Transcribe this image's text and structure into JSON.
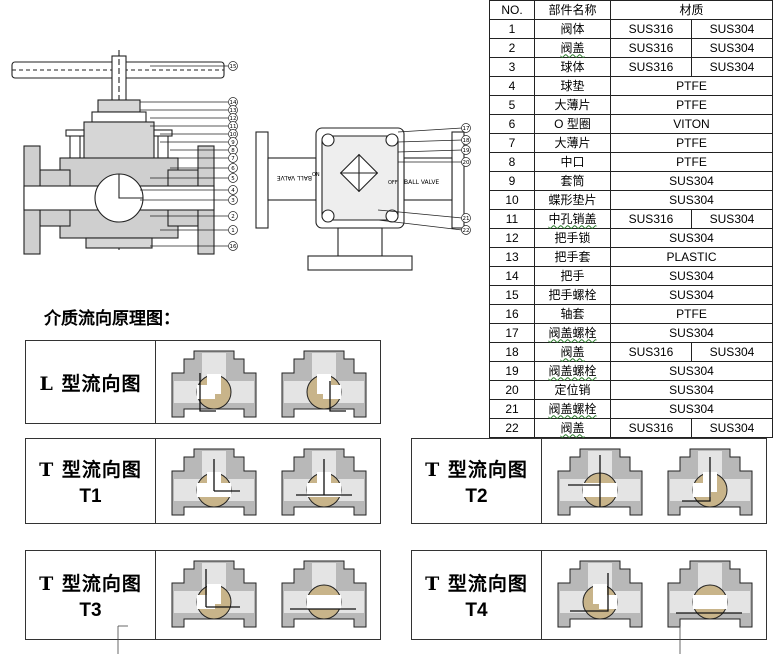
{
  "section_heading": "介质流向原理图：",
  "drawing_text": {
    "ball_valve": "BALL VALVE",
    "on": "ON",
    "off": "OFF"
  },
  "drawing_callouts": {
    "left": [
      "15",
      "14",
      "13",
      "12",
      "11",
      "10",
      "9",
      "8",
      "7",
      "6",
      "5",
      "4",
      "3",
      "2",
      "1",
      "16"
    ],
    "right": [
      "17",
      "18",
      "19",
      "20",
      "21",
      "22"
    ]
  },
  "table": {
    "header": [
      "NO.",
      "部件名称",
      "材质"
    ],
    "rows": [
      {
        "no": "1",
        "name": "阀体",
        "materials": [
          "SUS316",
          "SUS304"
        ]
      },
      {
        "no": "2",
        "name": "阀盖",
        "materials": [
          "SUS316",
          "SUS304"
        ],
        "underline": true
      },
      {
        "no": "3",
        "name": "球体",
        "materials": [
          "SUS316",
          "SUS304"
        ]
      },
      {
        "no": "4",
        "name": "球垫",
        "materials": [
          "PTFE"
        ]
      },
      {
        "no": "5",
        "name": "大薄片",
        "materials": [
          "PTFE"
        ]
      },
      {
        "no": "6",
        "name": "O 型圈",
        "materials": [
          "VITON"
        ]
      },
      {
        "no": "7",
        "name": "大薄片",
        "materials": [
          "PTFE"
        ]
      },
      {
        "no": "8",
        "name": "中口",
        "materials": [
          "PTFE"
        ]
      },
      {
        "no": "9",
        "name": "套筒",
        "materials": [
          "SUS304"
        ]
      },
      {
        "no": "10",
        "name": "蝶形垫片",
        "materials": [
          "SUS304"
        ]
      },
      {
        "no": "11",
        "name": "中孔销盖",
        "materials": [
          "SUS316",
          "SUS304"
        ],
        "underline": true
      },
      {
        "no": "12",
        "name": "把手锁",
        "materials": [
          "SUS304"
        ]
      },
      {
        "no": "13",
        "name": "把手套",
        "materials": [
          "PLASTIC"
        ]
      },
      {
        "no": "14",
        "name": "把手",
        "materials": [
          "SUS304"
        ]
      },
      {
        "no": "15",
        "name": "把手螺栓",
        "materials": [
          "SUS304"
        ]
      },
      {
        "no": "16",
        "name": "轴套",
        "materials": [
          "PTFE"
        ]
      },
      {
        "no": "17",
        "name": "阀盖螺栓",
        "materials": [
          "SUS304"
        ],
        "underline": true
      },
      {
        "no": "18",
        "name": "阀盖",
        "materials": [
          "SUS316",
          "SUS304"
        ],
        "underline": true
      },
      {
        "no": "19",
        "name": "阀盖螺栓",
        "materials": [
          "SUS304"
        ],
        "underline": true
      },
      {
        "no": "20",
        "name": "定位销",
        "materials": [
          "SUS304"
        ]
      },
      {
        "no": "21",
        "name": "阀盖螺栓",
        "materials": [
          "SUS304"
        ],
        "underline": true
      },
      {
        "no": "22",
        "name": "阀盖",
        "materials": [
          "SUS316",
          "SUS304"
        ],
        "underline": true
      }
    ]
  },
  "flow_types": [
    {
      "id": "L",
      "title": "L 型流向图",
      "code": ""
    },
    {
      "id": "T1",
      "title": "T 型流向图",
      "code": "T1"
    },
    {
      "id": "T2",
      "title": "T 型流向图",
      "code": "T2"
    },
    {
      "id": "T3",
      "title": "T 型流向图",
      "code": "T3"
    },
    {
      "id": "T4",
      "title": "T 型流向图",
      "code": "T4"
    }
  ],
  "colors": {
    "valve_gray": "#b8b8b8",
    "valve_light": "#e4e4e4",
    "ball": "#c8b48a",
    "line": "#222222"
  }
}
